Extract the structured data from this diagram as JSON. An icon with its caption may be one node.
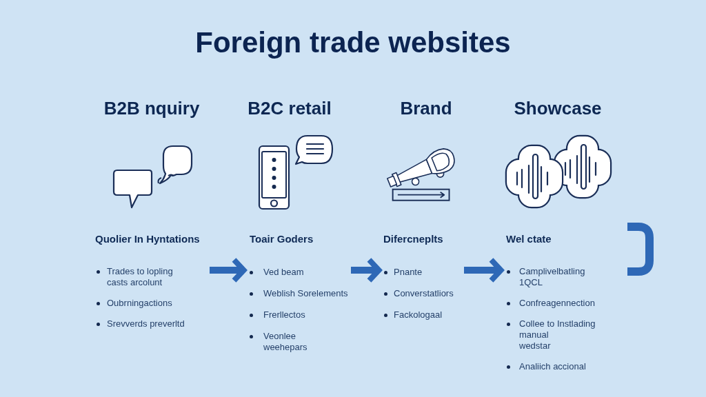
{
  "diagram": {
    "title": "Foreign trade websites",
    "nodes": [
      {
        "text": [
          "B2B nquiry",
          "Quolier In Hyntations",
          "Trades to lopling casts arcolunt",
          "Oubrningactions",
          "Srevverds preverltd"
        ]
      },
      {
        "text": [
          "B2C retail",
          "Toair Goders",
          "Ved beam",
          "Weblish Sorelements",
          "Frerllectos",
          "Veonlee weehepars"
        ]
      },
      {
        "text": [
          "Brand",
          "Difercneplts",
          "Pnante",
          "Converstatliors",
          "Fackologaal"
        ]
      },
      {
        "text": [
          "Showcase",
          "Wel ctate",
          "Camplivelbatling 1QCL",
          "Confreagennection",
          "Collee to Instlading manual wedstar",
          "Analiich accional"
        ]
      }
    ],
    "edges": [
      {
        "from": 0,
        "to": 1,
        "arrow": "to"
      },
      {
        "from": 1,
        "to": 2,
        "arrow": "to"
      },
      {
        "from": 2,
        "to": 3,
        "arrow": "to"
      }
    ]
  }
}
